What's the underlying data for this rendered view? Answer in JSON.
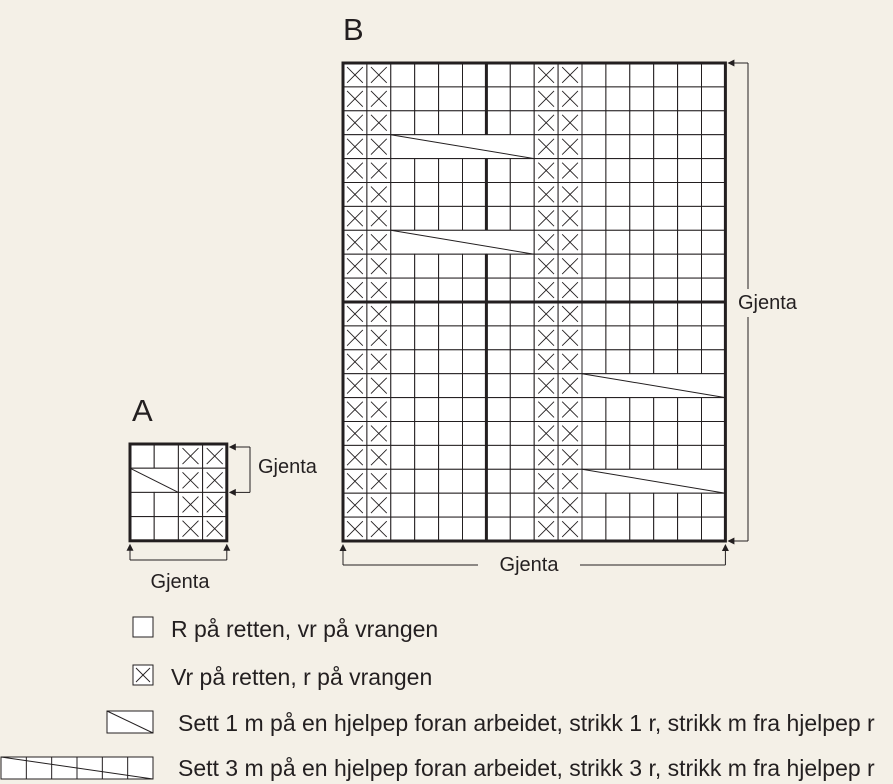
{
  "colors": {
    "background": "#f4f0e7",
    "cell": "#ffffff",
    "line": "#231f20"
  },
  "chart_a": {
    "label": "A",
    "rows": [
      "..xx",
      "//xx",
      "..xx",
      "..xx"
    ],
    "repeat_rows_label": "Gjenta",
    "repeat_stitches_label": "Gjenta"
  },
  "chart_b": {
    "label": "B",
    "rows": [
      "xx......xx......",
      "xx......xx......",
      "xx......xx......",
      "xx//////xx......",
      "xx......xx......",
      "xx......xx......",
      "xx......xx......",
      "xx//////xx......",
      "xx......xx......",
      "xx......xx......",
      "xx......xx......",
      "xx......xx......",
      "xx......xx......",
      "xx......xx//////",
      "xx......xx......",
      "xx......xx......",
      "xx......xx......",
      "xx......xx//////",
      "xx......xx......",
      "xx......xx......"
    ],
    "repeat_rows_label": "Gjenta",
    "repeat_stitches_label": "Gjenta"
  },
  "legend": [
    {
      "symbol": "knit-stitch-icon",
      "text": "R på retten, vr på vrangen"
    },
    {
      "symbol": "purl-stitch-icon",
      "text": "Vr på retten, r på vrangen"
    },
    {
      "symbol": "cable-1x1-icon",
      "text": "Sett 1 m på en hjelpep foran arbeidet, strikk 1 r, strikk m fra hjelpep r"
    },
    {
      "symbol": "cable-3x3-icon",
      "text": "Sett 3 m på en hjelpep foran arbeidet, strikk 3 r, strikk m fra hjelpep r"
    }
  ]
}
